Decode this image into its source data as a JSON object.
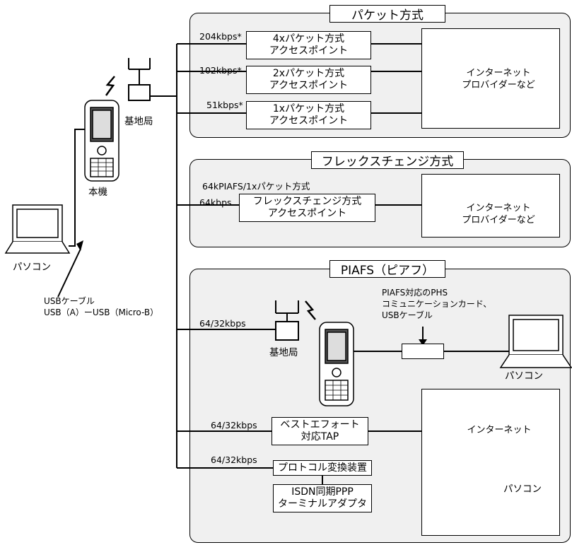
{
  "packet": {
    "title": "パケット方式",
    "rows": [
      {
        "speed": "204kbps*",
        "line1": "4xパケット方式",
        "line2": "アクセスポイント"
      },
      {
        "speed": "102kbps*",
        "line1": "2xパケット方式",
        "line2": "アクセスポイント"
      },
      {
        "speed": "51kbps*",
        "line1": "1xパケット方式",
        "line2": "アクセスポイント"
      }
    ],
    "provider_line1": "インターネット",
    "provider_line2": "プロバイダーなど"
  },
  "flex": {
    "title": "フレックスチェンジ方式",
    "note": "64kPIAFS/1xパケット方式",
    "speed": "64kbps",
    "ap_line1": "フレックスチェンジ方式",
    "ap_line2": "アクセスポイント",
    "provider_line1": "インターネット",
    "provider_line2": "プロバイダーなど"
  },
  "piafs": {
    "title": "PIAFS（ピアフ）",
    "speed1": "64/32kbps",
    "base_station": "基地局",
    "card_note_line1": "PIAFS対応のPHS",
    "card_note_line2": "コミュニケーションカード、",
    "card_note_line3": "USBケーブル",
    "pc_label": "パソコン",
    "speed2": "64/32kbps",
    "tap_line1": "ベストエフォート",
    "tap_line2": "対応TAP",
    "speed3": "64/32kbps",
    "protocol": "プロトコル変換装置",
    "isdn_line1": "ISDN同期PPP",
    "isdn_line2": "ターミナルアダプタ",
    "internet": "インターネット",
    "pc2_label": "パソコン"
  },
  "left": {
    "base_station": "基地局",
    "phone": "本機",
    "pc": "パソコン",
    "cable_line1": "USBケーブル",
    "cable_line2": "USB（A）ーUSB（Micro-B）"
  }
}
